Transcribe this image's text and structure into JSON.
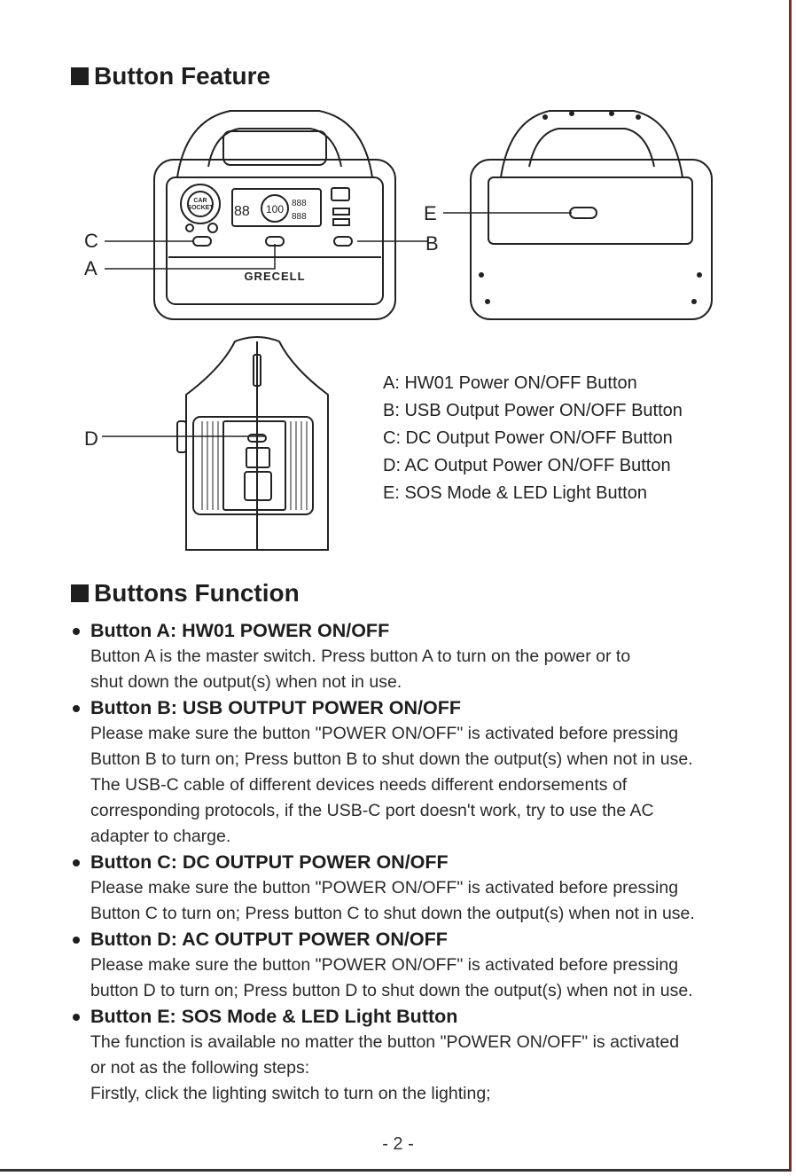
{
  "sections": {
    "feature_heading": "Button Feature",
    "function_heading": "Buttons Function"
  },
  "callouts": {
    "a": "A",
    "b": "B",
    "c": "C",
    "d": "D",
    "e": "E"
  },
  "device": {
    "brand": "GRECELL",
    "lcd_left": "88",
    "lcd_center": "100",
    "lcd_right_top": "888",
    "lcd_right_bottom": "888"
  },
  "legend": [
    "A: HW01 Power ON/OFF Button",
    "B: USB Output Power ON/OFF Button",
    "C: DC Output Power ON/OFF Button",
    "D: AC Output Power ON/OFF Button",
    "E: SOS Mode & LED Light Button"
  ],
  "functions": [
    {
      "title": "Button A: HW01 POWER ON/OFF",
      "lines": [
        "Button A is the master switch. Press button A to turn on the power or to",
        "shut down the output(s) when not in use."
      ]
    },
    {
      "title": "Button B: USB OUTPUT POWER ON/OFF",
      "lines": [
        "Please make sure the button \"POWER ON/OFF\" is activated before pressing",
        "Button B to turn on; Press button B to shut down the output(s) when not in use.",
        "The USB-C cable of different devices needs different endorsements of",
        "corresponding protocols, if the USB-C port doesn't work, try to use the AC",
        "adapter to charge."
      ]
    },
    {
      "title": "Button C: DC OUTPUT POWER ON/OFF",
      "lines": [
        "Please make sure the button \"POWER ON/OFF\" is activated before pressing",
        "Button C to turn on; Press button C to shut down the output(s) when not in use."
      ]
    },
    {
      "title": "Button D: AC OUTPUT POWER ON/OFF",
      "lines": [
        "Please make sure the button \"POWER ON/OFF\" is activated before pressing",
        "button D to turn on; Press button D to shut down the output(s) when not in use."
      ]
    },
    {
      "title": "Button E: SOS Mode & LED Light Button",
      "lines": [
        "The function is available no matter the button \"POWER ON/OFF\" is activated",
        "or not as the following steps:",
        "Firstly, click the lighting switch to turn on the lighting;"
      ]
    }
  ],
  "page_number": "- 2 -"
}
